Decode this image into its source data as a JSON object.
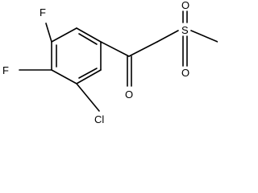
{
  "molecule": {
    "atoms": {
      "fluorine_top": "F",
      "fluorine_left": "F",
      "chlorine": "Cl",
      "carbonyl_oxygen": "O",
      "sulfur": "S",
      "sulfonyl_oxygen_top": "O",
      "sulfonyl_oxygen_bottom": "O"
    },
    "colors": {
      "bond": "#000000",
      "label": "#000000",
      "background": "#ffffff"
    }
  }
}
